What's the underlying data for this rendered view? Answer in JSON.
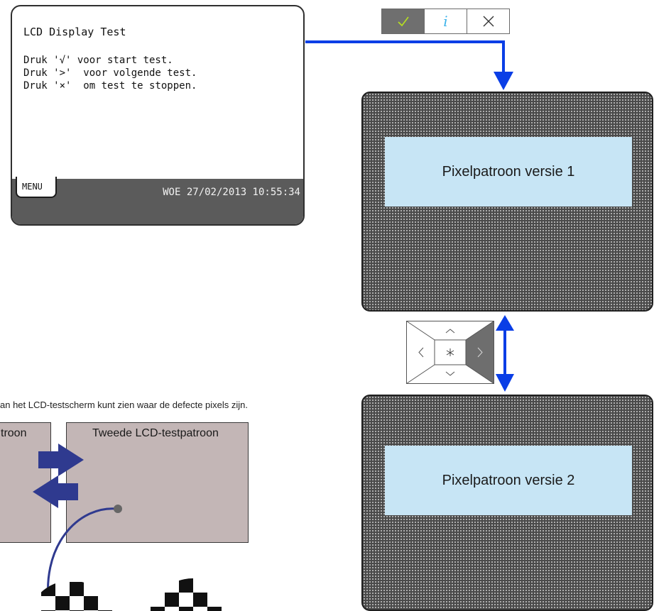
{
  "lcd": {
    "title": "LCD Display Test",
    "instructions": [
      "Druk '√' voor start test.",
      "Druk '>'  voor volgende test.",
      "Druk '×'  om test te stoppen."
    ],
    "menu_label": "MENU",
    "datetime": "WOE 27/02/2013 10:55:34"
  },
  "keybar": {
    "check_symbol": "✓",
    "info_symbol": "i",
    "close_symbol": "✕"
  },
  "screens": [
    {
      "label": "Pixelpatroon versie 1"
    },
    {
      "label": "Pixelpatroon versie 2"
    }
  ],
  "navpad": {
    "up": "∧",
    "down": "∨",
    "left": "<",
    "right": ">",
    "center": "∗"
  },
  "caption": "an het LCD-testscherm kunt zien waar de defecte pixels zijn.",
  "patterns": [
    {
      "label": "troon"
    },
    {
      "label": "Tweede LCD-testpatroon"
    }
  ],
  "colors": {
    "arrow_blue": "#0a3ee6",
    "pattern_arrow": "#2f3a8f",
    "lcd_footer": "#5b5b5b",
    "screen_label_bg": "#c7e5f5",
    "pattern_bg": "#c3b6b6",
    "check_green": "#b7e11f",
    "info_blue": "#3db3ea"
  },
  "icons": [
    "check-icon",
    "info-icon",
    "close-icon",
    "chevron-up-icon",
    "chevron-down-icon",
    "chevron-left-icon",
    "chevron-right-icon",
    "asterisk-icon"
  ]
}
